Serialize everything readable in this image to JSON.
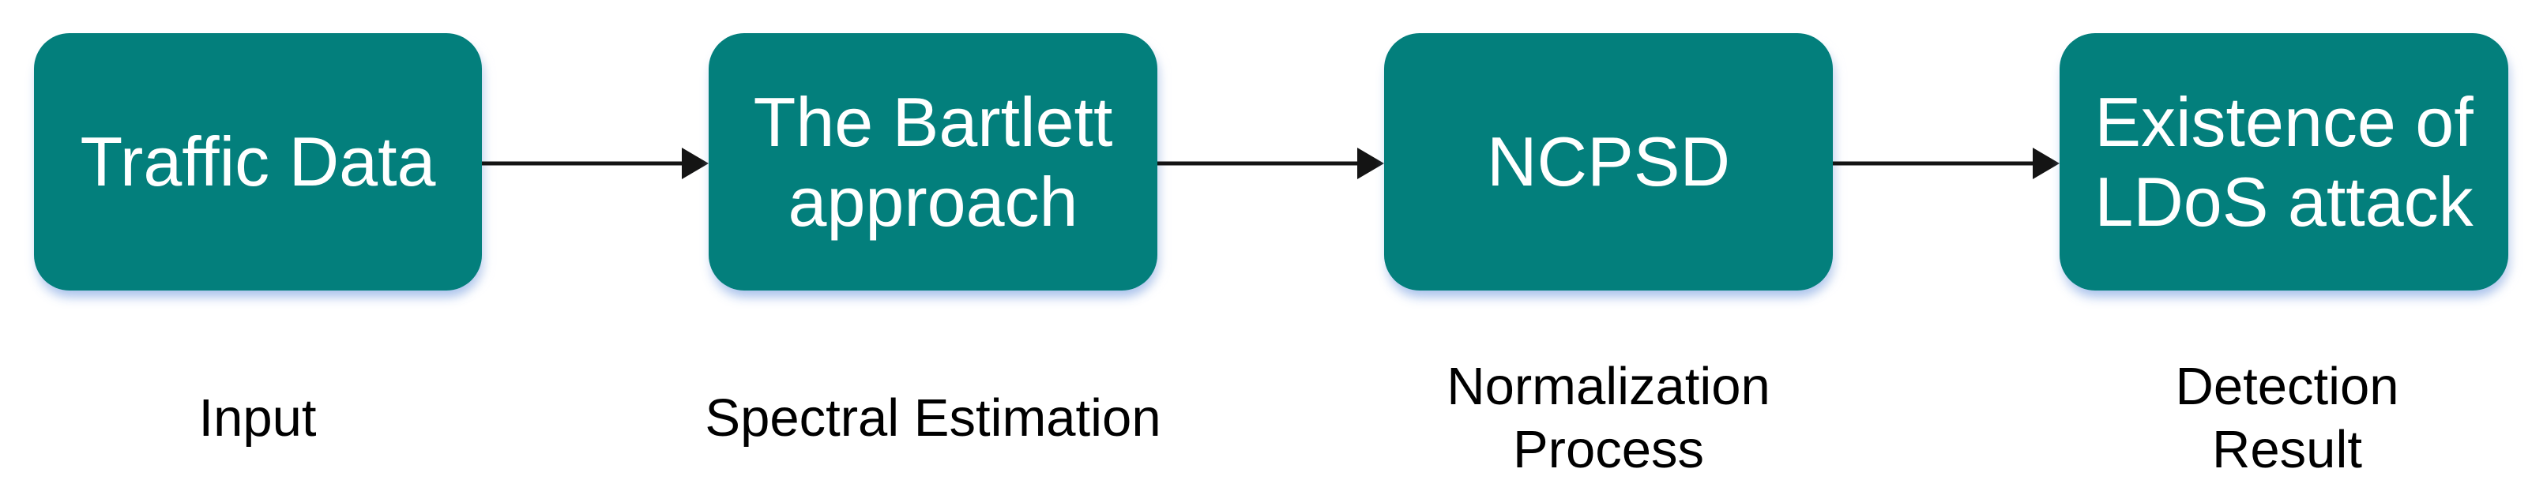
{
  "colors": {
    "box-fill": "#037F7C",
    "box-text": "#FFFFFF",
    "caption-text": "#000000",
    "arrow": "#141414",
    "background": "#FFFFFF"
  },
  "diagram": {
    "type": "flowchart",
    "direction": "left-to-right",
    "nodes": [
      {
        "id": "traffic-data",
        "label": "Traffic Data",
        "label_lines": [
          "Traffic Data"
        ],
        "caption": "Input",
        "caption_lines": [
          "Input"
        ]
      },
      {
        "id": "bartlett-approach",
        "label": "The Bartlett approach",
        "label_lines": [
          "The Bartlett",
          "approach"
        ],
        "caption": "Spectral Estimation",
        "caption_lines": [
          "Spectral Estimation"
        ]
      },
      {
        "id": "ncpsd",
        "label": "NCPSD",
        "label_lines": [
          "NCPSD"
        ],
        "caption": "Normalization Process",
        "caption_lines": [
          "Normalization",
          "Process"
        ]
      },
      {
        "id": "ldos-existence",
        "label": "Existence of LDoS attack",
        "label_lines": [
          "Existence of",
          "LDoS attack"
        ],
        "caption": "Detection Result",
        "caption_lines": [
          "Detection",
          "Result"
        ]
      }
    ],
    "connections": [
      {
        "from": "traffic-data",
        "to": "bartlett-approach"
      },
      {
        "from": "bartlett-approach",
        "to": "ncpsd"
      },
      {
        "from": "ncpsd",
        "to": "ldos-existence"
      }
    ]
  }
}
